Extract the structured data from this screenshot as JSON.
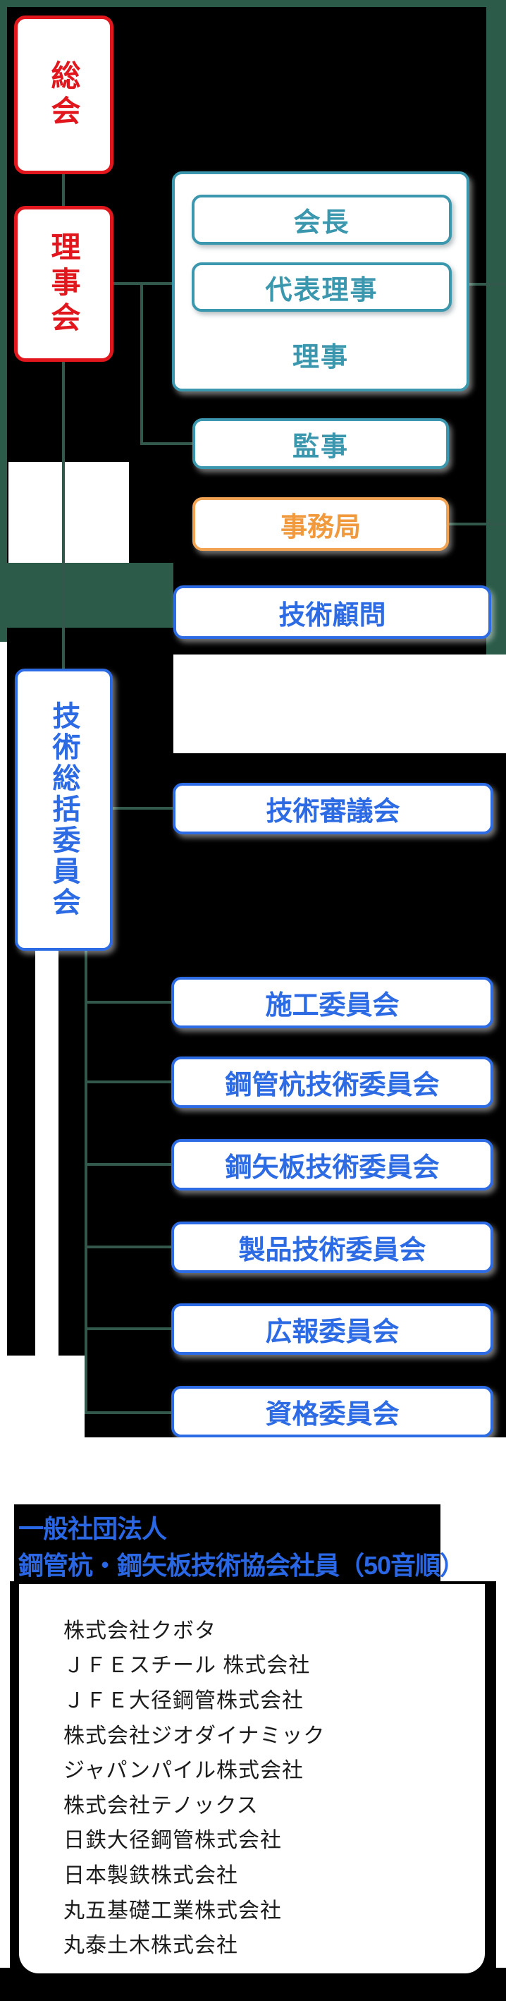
{
  "palette": {
    "frame_green": "#2c5c49",
    "panel_black": "#000000",
    "red": "#e1171d",
    "teal": "#3b97ad",
    "orange": "#f3a453",
    "blue": "#2c6be4",
    "title_blue": "#2a67e4"
  },
  "chart": {
    "soukai": "総会",
    "rijikai": "理事会",
    "kaicho": "会長",
    "daihyo_riji": "代表理事",
    "riji": "理事",
    "kanji": "監事",
    "jimukyoku": "事務局",
    "gijutsu_komon": "技術顧問",
    "gijutsu_soukatsu_iinkai": "技術総括委員会",
    "gijutsu_shingikai": "技術審議会",
    "committees": [
      "施工委員会",
      "鋼管杭技術委員会",
      "鋼矢板技術委員会",
      "製品技術委員会",
      "広報委員会",
      "資格委員会"
    ]
  },
  "members_section": {
    "title_line1": "一般社団法人",
    "title_line2": "鋼管杭・鋼矢板技術協会社員（50音順）",
    "companies": [
      "株式会社クボタ",
      "ＪＦＥスチール 株式会社",
      "ＪＦＥ大径鋼管株式会社",
      "株式会社ジオダイナミック",
      "ジャパンパイル株式会社",
      "株式会社テノックス",
      "日鉄大径鋼管株式会社",
      "日本製鉄株式会社",
      "丸五基礎工業株式会社",
      "丸泰土木株式会社"
    ]
  }
}
